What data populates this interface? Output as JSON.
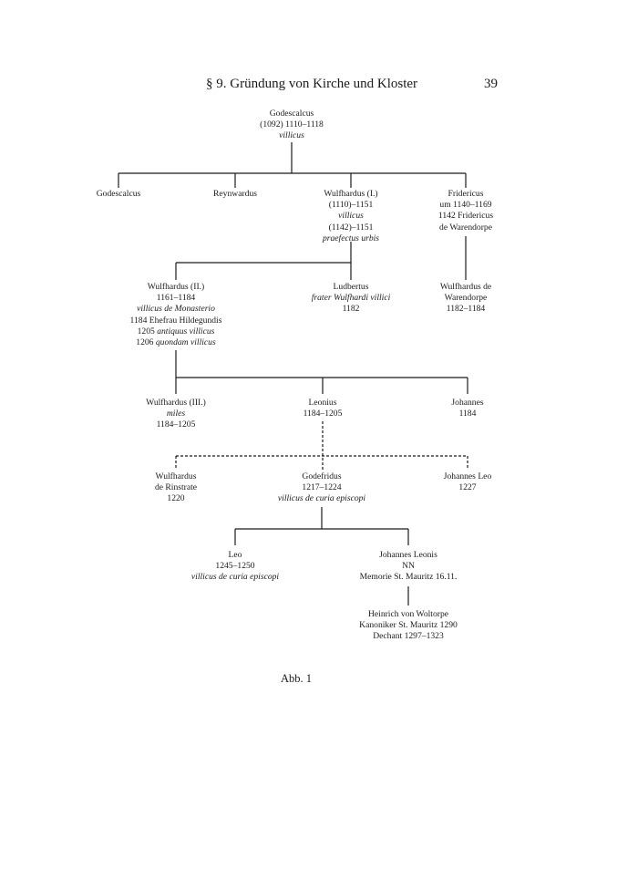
{
  "header": {
    "section_title": "§ 9. Gründung von Kirche und Kloster",
    "page_number": "39"
  },
  "caption": "Abb. 1",
  "people": {
    "godescalcus_root": {
      "name": "Godescalcus",
      "lines": [
        {
          "text": "(1092) 1110–1118",
          "italic": false
        },
        {
          "text": "villicus",
          "italic": true
        }
      ]
    },
    "godescalcus": {
      "name": "Godescalcus",
      "lines": []
    },
    "reynwardus": {
      "name": "Reynwardus",
      "lines": []
    },
    "wulfhardus_1": {
      "name": "Wulfhardus (I.)",
      "lines": [
        {
          "text": "(1110)–1151",
          "italic": false
        },
        {
          "text": "villicus",
          "italic": true
        },
        {
          "text": "(1142)–1151",
          "italic": false
        },
        {
          "text": "praefectus urbis",
          "italic": true
        }
      ]
    },
    "fridericus": {
      "name": "Fridericus",
      "lines": [
        {
          "text": "um 1140–1169",
          "italic": false
        },
        {
          "text": "1142 Fridericus",
          "italic": false
        },
        {
          "text": "de Warendorpe",
          "italic": false
        }
      ]
    },
    "wulfhardus_2": {
      "name": "Wulfhardus (II.)",
      "lines": [
        {
          "text": "1161–1184",
          "italic": false
        },
        {
          "text": "villicus de Monasterio",
          "italic": true
        },
        {
          "text": "1184 Ehefrau Hildegundis",
          "italic": false
        },
        {
          "text": "1205 antiquus villicus",
          "italic": false
        },
        {
          "text": "1206 quondam villicus",
          "italic": false
        }
      ]
    },
    "ludbertus": {
      "name": "Ludbertus",
      "lines": [
        {
          "text": "frater Wulfhardi villici",
          "italic": true
        },
        {
          "text": "1182",
          "italic": false
        }
      ]
    },
    "wulfhardus_de_warendorpe": {
      "name": "Wulfhardus de",
      "lines": [
        {
          "text": "Warendorpe",
          "italic": false
        },
        {
          "text": "1182–1184",
          "italic": false
        }
      ]
    },
    "wulfhardus_3": {
      "name": "Wulfhardus (III.)",
      "lines": [
        {
          "text": "miles",
          "italic": true
        },
        {
          "text": "1184–1205",
          "italic": false
        }
      ]
    },
    "leonius": {
      "name": "Leonius",
      "lines": [
        {
          "text": "1184–1205",
          "italic": false
        }
      ]
    },
    "johannes": {
      "name": "Johannes",
      "lines": [
        {
          "text": "1184",
          "italic": false
        }
      ]
    },
    "wulfhardus_rinstrate": {
      "name": "Wulfhardus",
      "lines": [
        {
          "text": "de Rinstrate",
          "italic": false
        },
        {
          "text": "1220",
          "italic": false
        }
      ]
    },
    "godefridus": {
      "name": "Godefridus",
      "lines": [
        {
          "text": "1217–1224",
          "italic": false
        },
        {
          "text": "villicus de curia episcopi",
          "italic": true
        }
      ]
    },
    "johannes_leo": {
      "name": "Johannes Leo",
      "lines": [
        {
          "text": "1227",
          "italic": false
        }
      ]
    },
    "leo": {
      "name": "Leo",
      "lines": [
        {
          "text": "1245–1250",
          "italic": false
        },
        {
          "text": "villicus de curia episcopi",
          "italic": true
        }
      ]
    },
    "johannes_leonis": {
      "name": "Johannes Leonis",
      "lines": [
        {
          "text": "NN",
          "italic": false
        },
        {
          "text": "Memorie St. Mauritz 16.11.",
          "italic": false
        }
      ]
    },
    "heinrich": {
      "name": "Heinrich von Woltorpe",
      "lines": [
        {
          "text": "Kanoniker St. Mauritz 1290",
          "italic": false
        },
        {
          "text": "Dechant 1297–1323",
          "italic": false
        }
      ]
    }
  },
  "colors": {
    "text": "#1a1a1a",
    "lines": "#1a1a1a",
    "background": "#ffffff"
  }
}
